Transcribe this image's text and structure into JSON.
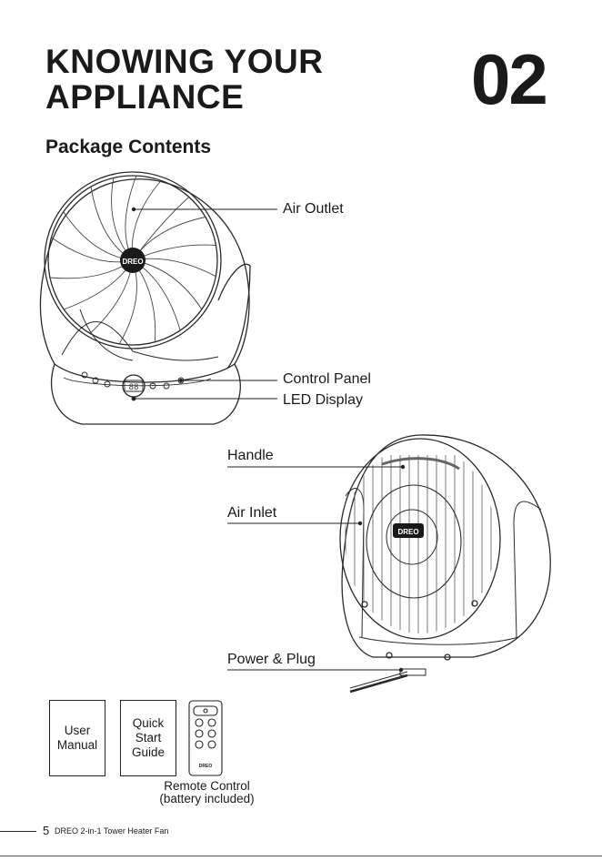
{
  "header": {
    "title_line1": "KNOWING YOUR",
    "title_line2": "APPLIANCE",
    "chapter_number": "02"
  },
  "section": {
    "title": "Package Contents"
  },
  "callouts": {
    "air_outlet": "Air Outlet",
    "control_panel": "Control Panel",
    "led_display": "LED Display",
    "handle": "Handle",
    "air_inlet": "Air Inlet",
    "power_plug": "Power & Plug"
  },
  "device": {
    "brand_logo": "DREO",
    "display_digits": "88"
  },
  "accessories": {
    "user_manual_line1": "User",
    "user_manual_line2": "Manual",
    "quick_start_line1": "Quick",
    "quick_start_line2": "Start",
    "quick_start_line3": "Guide",
    "remote_label_line1": "Remote Control",
    "remote_label_line2": "(battery included)",
    "remote_brand": "DREO"
  },
  "footer": {
    "page_number": "5",
    "product_name": "DREO 2-in-1 Tower Heater Fan"
  }
}
